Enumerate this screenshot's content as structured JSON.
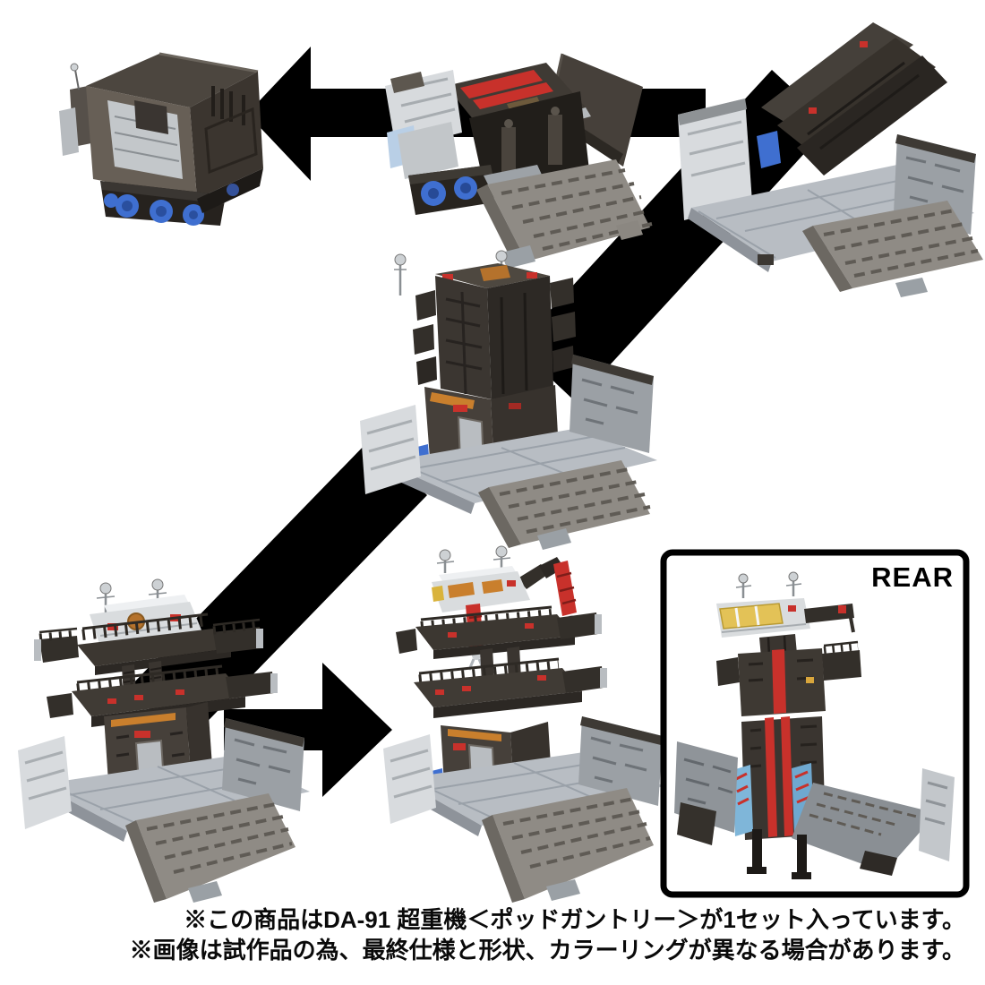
{
  "inset": {
    "label": "REAR"
  },
  "footnotes": {
    "line1": "※この商品はDA-91 超重機＜ポッドガントリー＞が1セット入っています。",
    "line2": "※画像は試作品の為、最終仕様と形状、カラーリングが異なる場合があります。"
  },
  "steps": [
    {
      "name": "container-mode"
    },
    {
      "name": "lid-opening-with-ramp"
    },
    {
      "name": "unfolded-flat-platform"
    },
    {
      "name": "tower-raised"
    },
    {
      "name": "gantry-extended"
    },
    {
      "name": "gantry-complete-with-crane-arms"
    },
    {
      "name": "rear-view"
    }
  ],
  "colors": {
    "arrow": "#000000",
    "inset_border": "#000000",
    "accent_red": "#c8312b",
    "accent_blue": "#3f6fd0",
    "cab_window_yellow": "#e3c257",
    "deck_gray": "#b8bdc3",
    "ramp_gray": "#8f8b85"
  }
}
